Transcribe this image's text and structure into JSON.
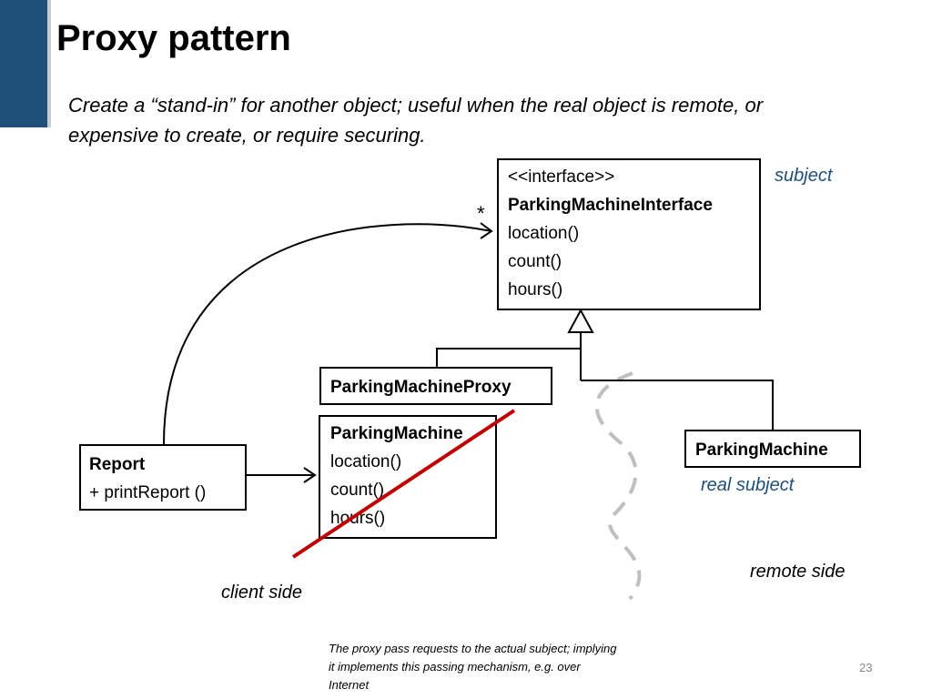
{
  "slide": {
    "title": "Proxy pattern",
    "subtitle": "Create a “stand-in” for another object; useful when the real object is remote, or expensive to create, or require securing.",
    "page_number": "23",
    "footnote": "The proxy pass requests to the actual subject; implying it implements this passing mechanism, e.g. over Internet"
  },
  "interface_box": {
    "stereotype": "<<interface>>",
    "name": "ParkingMachineInterface",
    "methods": [
      "location()",
      "count()",
      "hours()"
    ]
  },
  "proxy_box": {
    "name": "ParkingMachineProxy"
  },
  "crossed_box": {
    "name": "ParkingMachine",
    "methods": [
      "location()",
      "count()",
      "hours()"
    ]
  },
  "remote_box": {
    "name": "ParkingMachine"
  },
  "report_box": {
    "name": "Report",
    "method": "+ printReport ()"
  },
  "labels": {
    "subject": "subject",
    "real_subject": "real subject",
    "remote_side": "remote side",
    "client_side": "client side",
    "multiplicity": "*"
  },
  "colors": {
    "accent": "#1f4e79",
    "strike": "#c00000",
    "separator": "#bfbfbf",
    "label_blue": "#1f4e79"
  }
}
